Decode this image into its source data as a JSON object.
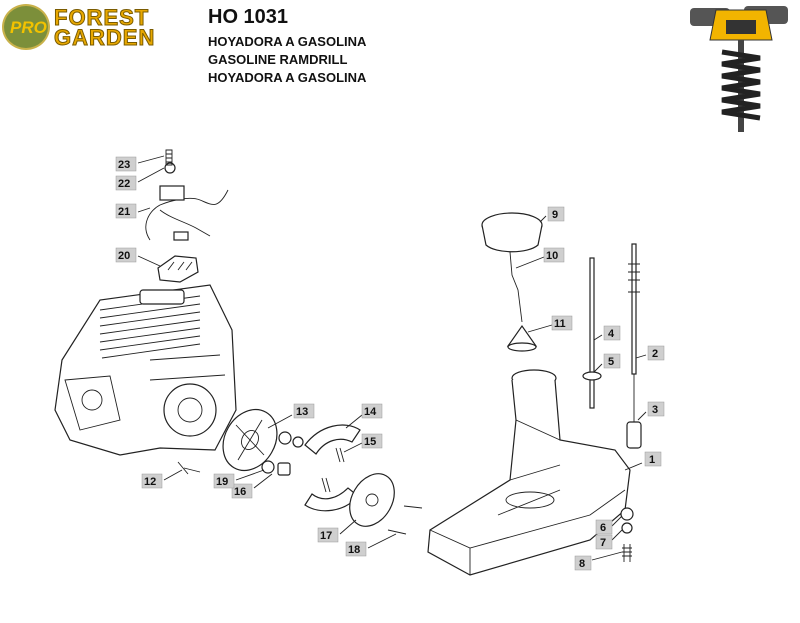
{
  "brand": {
    "badge": "PRO",
    "word1": "FOREST",
    "word2": "GARDEN"
  },
  "header": {
    "model": "HO 1031",
    "line1": "HOYADORA A GASOLINA",
    "line2": "GASOLINE RAMDRILL",
    "line3": "HOYADORA A GASOLINA"
  },
  "callouts": [
    "1",
    "2",
    "3",
    "4",
    "5",
    "6",
    "7",
    "8",
    "9",
    "10",
    "11",
    "12",
    "13",
    "14",
    "15",
    "16",
    "17",
    "18",
    "19",
    "20",
    "21",
    "22",
    "23"
  ],
  "colors": {
    "label_box": "#cfcfcf",
    "logo_green": "#7c8f3a",
    "logo_gold": "#e8a800",
    "photo_yellow": "#f2b400"
  }
}
